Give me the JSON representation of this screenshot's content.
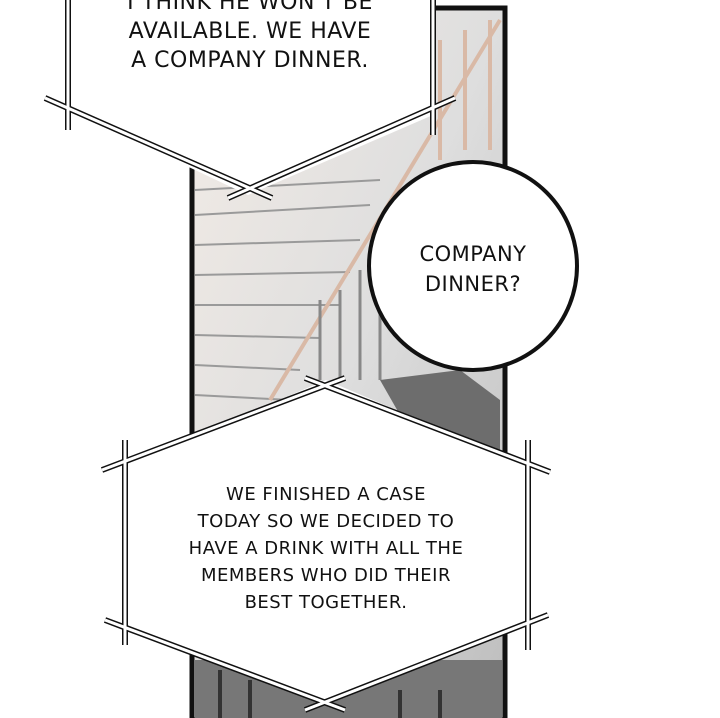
{
  "bubbles": {
    "top": {
      "lines": [
        "I THINK HE WON'T BE",
        "AVAILABLE. WE HAVE",
        "A COMPANY DINNER."
      ]
    },
    "circle": {
      "lines": [
        "COMPANY",
        "DINNER?"
      ]
    },
    "bottom": {
      "lines": [
        "WE FINISHED A CASE",
        "TODAY SO WE DECIDED TO",
        "HAVE A DRINK WITH ALL THE",
        "MEMBERS WHO DID THEIR",
        "BEST TOGETHER."
      ]
    }
  }
}
